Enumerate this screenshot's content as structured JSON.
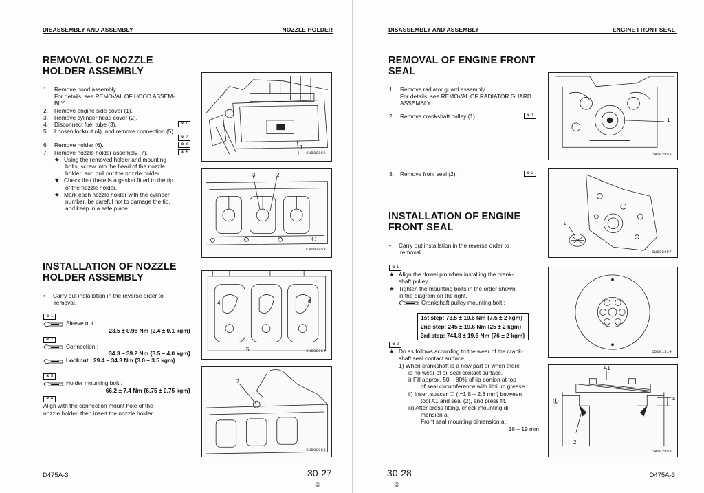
{
  "left": {
    "header_left": "DISASSEMBLY AND ASSEMBLY",
    "header_right": "NOZZLE HOLDER",
    "removal_title_1": "REMOVAL OF NOZZLE",
    "removal_title_2": "HOLDER ASSEMBLY",
    "steps": [
      {
        "num": "1.",
        "text": "Remove hood assembly."
      },
      {
        "num": "",
        "text": "For details, see REMOVAL OF HOOD ASSEM-"
      },
      {
        "num": "",
        "text": "BLY."
      },
      {
        "num": "2.",
        "text": "Remove engine side cover (1)."
      },
      {
        "num": "3.",
        "text": "Remove cylinder head cover (2)."
      },
      {
        "num": "4.",
        "text": "Disconnect fuel tube (3)."
      },
      {
        "num": "5.",
        "text": "Loosen locknut (4), and remove connection (5)."
      },
      {
        "num": "6.",
        "text": "Remove holder (6)."
      },
      {
        "num": "7.",
        "text": "Remove nozzle holder assembly (7)."
      }
    ],
    "tags": [
      "※ 1",
      "※ 2",
      "※ 3",
      "※ 4"
    ],
    "notes": [
      [
        "Using the removed holder and mounting",
        "bolts, screw into the head of the nozzle",
        "holder, and pull out the nozzle holder."
      ],
      [
        "Check that there is a gasket fitted to the tip",
        "of the nozzle holder."
      ],
      [
        "Mark each nozzle holder with the cylinder",
        "number, be careful not to damage the tip,",
        "and keep in a safe place."
      ]
    ],
    "star": "★",
    "install_title_1": "INSTALLATION OF NOZZLE",
    "install_title_2": "HOLDER ASSEMBLY",
    "install_bullet": "Carry out installation in the reverse order to",
    "install_bullet_2": "removal.",
    "tq1_label": "Sleeve nut :",
    "tq1_value": "23.5 ± 0.98 Nm {2.4 ± 0.1 kgm}",
    "tq2_label": "Connection :",
    "tq2_value": "34.3 – 39.2 Nm {3.5 – 4.0 kgm}",
    "tq3_label": "Locknut : 29.4 – 34.3 Nm {3.0 – 3.5 kgm}",
    "tq4_label": "Holder mounting bolt :",
    "tq4_value": "66.2 ± 7.4 Nm {6.75 ± 0.75 kgm}",
    "align_1": "Align with the connection mount hole of the",
    "align_2": "nozzle holder, then insert the nozzle holder.",
    "fig_codes": [
      "CWD02952",
      "CWD02953",
      "CWD02954",
      "CWD02955"
    ],
    "fig_callouts": {
      "f1": "1",
      "f2a": "3",
      "f2b": "2",
      "f3a": "4",
      "f3b": "6",
      "f3c": "5",
      "f4": "7"
    },
    "footer_model": "D475A-3",
    "page_number": "30-27",
    "edition_mark": "②"
  },
  "right": {
    "header_left": "DISASSEMBLY AND ASSEMBLY",
    "header_right": "ENGINE FRONT SEAL",
    "removal_title_1": "REMOVAL OF ENGINE FRONT",
    "removal_title_2": "SEAL",
    "step1_num": "1.",
    "step1_1": "Remove radiator guard assembly.",
    "step1_2": "For details, see REMOVAL OF RADIATOR GUARD",
    "step1_3": "ASSEMBLY.",
    "step2_num": "2.",
    "step2": "Remove crankshaft pulley (1).",
    "step3_num": "3.",
    "step3": "Remove front seal (2).",
    "tag1": "※ 1",
    "tag2": "※ 2",
    "install_title_1": "INSTALLATION OF ENGINE",
    "install_title_2": "FRONT SEAL",
    "install_bullet_1": "Carry out installation in the reverse order to",
    "install_bullet_2": "removal.",
    "star": "★",
    "n1_1": "Align the dowel pin when installing the crank-",
    "n1_2": "shaft pulley.",
    "n2_1": "Tighten the mounting bolts in the order shown",
    "n2_2": "in the diagram on the right.",
    "pulley_bolt": "Crankshaft pulley mounting bolt :",
    "tighten_steps": [
      "1st step: 73.5 ± 19.6 Nm {7.5 ± 2 kgm}",
      "2nd step: 245 ± 19.6 Nm {25 ± 2 kgm}",
      "3rd step: 744.8 ± 19.6 Nm {76 ± 2 kgm}"
    ],
    "seal_1": "Do as follows according to the wear of the crank-",
    "seal_2": "shaft seal contact surface.",
    "sub1_1": "1)  When crankshaft is a new part or when there",
    "sub1_2": "is no wear of oil seal contact surface.",
    "i_1": "i)    Fill approx. 50 – 80% of lip portion at top",
    "i_2": "of seal circumference with lithium grease.",
    "ii_1": "ii)   Insert spacer ① (t=1.8 – 2.8 mm) between",
    "ii_2": "tool A1 and seal (2), and press fit.",
    "iii_1": "iii)  After press fitting, check mounting di-",
    "iii_2": "mension a.",
    "dim_label": "Front seal mounting dimension a :",
    "dim_value": "18 – 19 mm",
    "fig_codes": [
      "CWD02956",
      "CWD02957",
      "CDD01514",
      "CWD02958"
    ],
    "fig_callouts": {
      "f1": "1",
      "f2": "2",
      "f4a": "A1",
      "f4b": "①",
      "f4c": "a",
      "f4d": "2"
    },
    "footer_model": "D475A-3",
    "page_number": "30-28",
    "edition_mark": "②"
  },
  "colors": {
    "ink": "#111111",
    "paper": "#fdfdfc",
    "figure_bg": "#fafaf8"
  }
}
